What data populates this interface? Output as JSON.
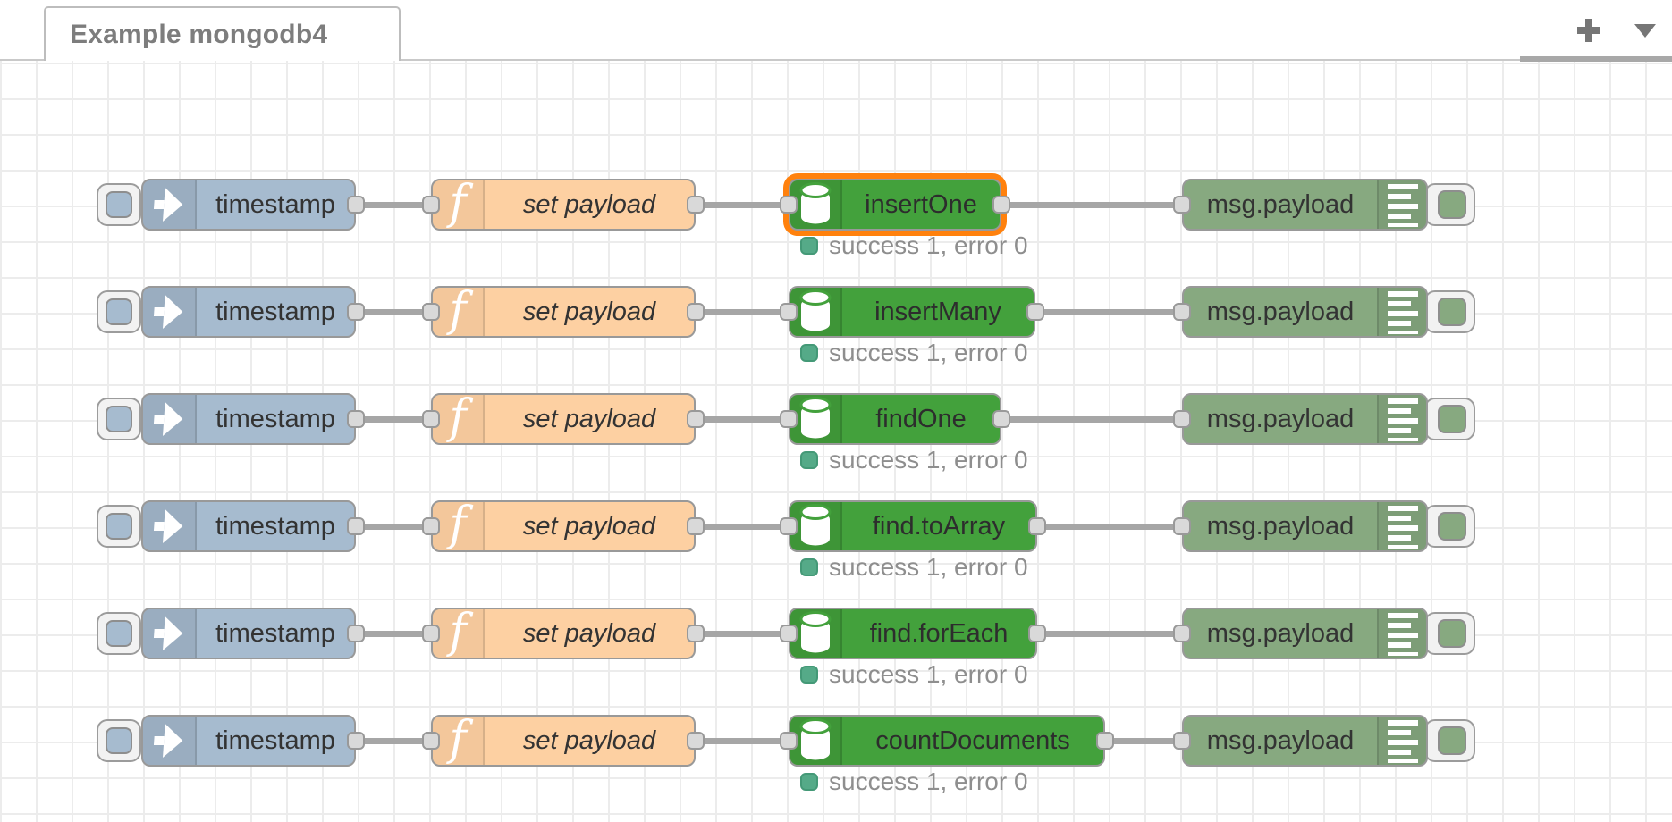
{
  "tab_bar": {
    "active_tab": "Example mongodb4",
    "add_tab_icon": "plus-icon",
    "menu_icon": "caret-down-icon"
  },
  "workspace": {
    "status_text": "success 1, error 0",
    "colors": {
      "inject_node": "#a6bbcf",
      "function_node": "#fdd0a2",
      "mongodb_node": "#43a13c",
      "debug_node": "#87a980",
      "selection_ring": "#ff810d",
      "status_dot_fill": "#55aa88",
      "status_dot_border": "#449977",
      "wire": "#a6a6a6"
    },
    "rows": [
      {
        "inject_label": "timestamp",
        "function_label": "set payload",
        "mongo_label": "insertOne",
        "debug_label": "msg.payload",
        "status": "success 1, error 0",
        "selected": true
      },
      {
        "inject_label": "timestamp",
        "function_label": "set payload",
        "mongo_label": "insertMany",
        "debug_label": "msg.payload",
        "status": "success 1, error 0",
        "selected": false
      },
      {
        "inject_label": "timestamp",
        "function_label": "set payload",
        "mongo_label": "findOne",
        "debug_label": "msg.payload",
        "status": "success 1, error 0",
        "selected": false
      },
      {
        "inject_label": "timestamp",
        "function_label": "set payload",
        "mongo_label": "find.toArray",
        "debug_label": "msg.payload",
        "status": "success 1, error 0",
        "selected": false
      },
      {
        "inject_label": "timestamp",
        "function_label": "set payload",
        "mongo_label": "find.forEach",
        "debug_label": "msg.payload",
        "status": "success 1, error 0",
        "selected": false
      },
      {
        "inject_label": "timestamp",
        "function_label": "set payload",
        "mongo_label": "countDocuments",
        "debug_label": "msg.payload",
        "status": "success 1, error 0",
        "selected": false
      }
    ]
  }
}
